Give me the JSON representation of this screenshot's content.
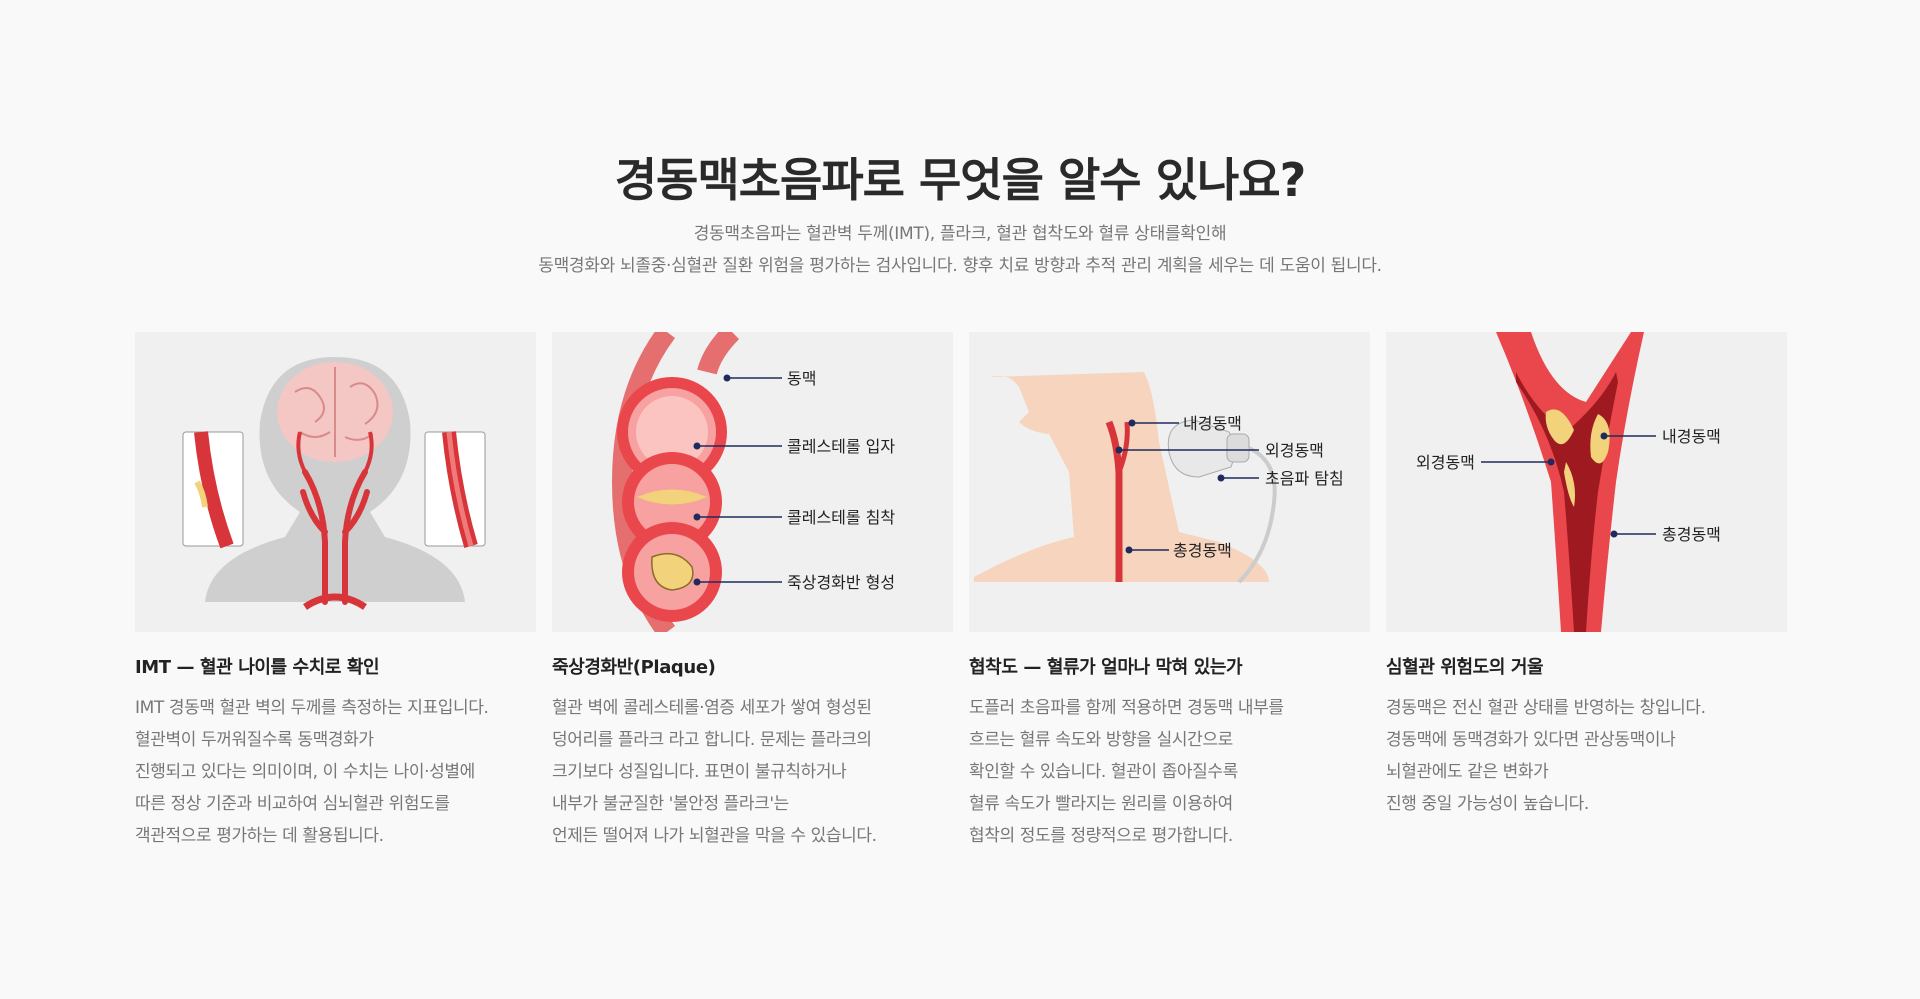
{
  "header": {
    "title": "경동맥초음파로 무엇을 알수 있나요?",
    "subtitle_lines": [
      "경동맥초음파는 혈관벽 두께(IMT), 플라크, 혈관 협착도와 혈류 상태를확인해",
      "동맥경화와 뇌졸중·심혈관 질환 위험을 평가하는 검사입니다. 향후 치료 방향과 추적 관리 계획을 세우는 데 도움이 됩니다."
    ]
  },
  "cards": [
    {
      "title": "IMT — 혈관 나이를 수치로 확인",
      "lines": [
        "IMT 경동맥 혈관 벽의 두께를 측정하는 지표입니다.",
        "혈관벽이 두꺼워질수록 동맥경화가",
        "진행되고 있다는 의미이며, 이 수치는 나이·성별에",
        "따른 정상 기준과 비교하여 심뇌혈관 위험도를",
        "객관적으로 평가하는 데 활용됩니다."
      ],
      "labels": []
    },
    {
      "title": "죽상경화반(Plaque)",
      "lines": [
        "혈관 벽에 콜레스테롤·염증 세포가 쌓여 형성된",
        "덩어리를 플라크 라고 합니다. 문제는 플라크의",
        "크기보다 성질입니다. 표면이 불규칙하거나",
        "내부가 불균질한 '불안정 플라크'는",
        "언제든 떨어져 나가 뇌혈관을 막을 수 있습니다."
      ],
      "labels": [
        "동맥",
        "콜레스테롤 입자",
        "콜레스테롤 침착",
        "죽상경화반 형성"
      ]
    },
    {
      "title": "협착도 — 혈류가 얼마나 막혀 있는가",
      "lines": [
        "도플러 초음파를 함께 적용하면 경동맥 내부를",
        "흐르는 혈류 속도와 방향을 실시간으로",
        "확인할 수 있습니다. 혈관이 좁아질수록",
        "혈류 속도가 빨라지는 원리를 이용하여",
        "협착의 정도를 정량적으로 평가합니다."
      ],
      "labels": [
        "내경동맥",
        "외경동맥",
        "초음파 탐침",
        "총경동맥"
      ]
    },
    {
      "title": "심혈관 위험도의 거울",
      "lines": [
        "경동맥은 전신 혈관 상태를 반영하는 창입니다.",
        "경동맥에 동맥경화가 있다면 관상동맥이나",
        "뇌혈관에도 같은 변화가",
        "진행 중일 가능성이 높습니다."
      ],
      "labels": [
        "외경동맥",
        "내경동맥",
        "총경동맥"
      ]
    }
  ],
  "colors": {
    "artery": "#d8353a",
    "artery_light": "#f07a7a",
    "plaque": "#f2d27a",
    "skin": "#f6d4bd",
    "silhouette": "#cfcfcf",
    "label_dot": "#1f2b5c"
  },
  "icons": {
    "card1": "brain-artery-illustration",
    "card2": "plaque-stages-illustration",
    "card3": "neck-ultrasound-illustration",
    "card4": "carotid-bifurcation-illustration"
  }
}
